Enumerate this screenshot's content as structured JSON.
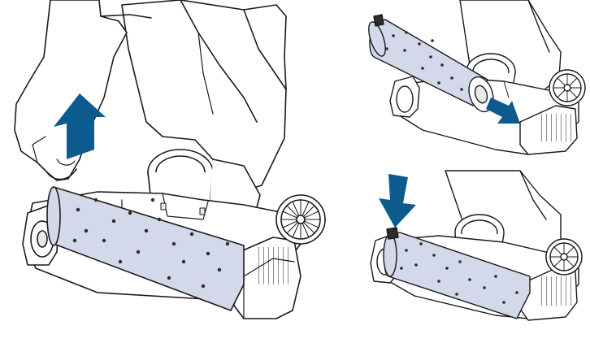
{
  "figure": {
    "panels": [
      {
        "id": "main",
        "step": "lift-roller-up",
        "arrow_direction": "up"
      },
      {
        "id": "top-right",
        "step": "slide-roller-out",
        "arrow_direction": "down-right"
      },
      {
        "id": "bottom-right",
        "step": "insert-roller-down",
        "arrow_direction": "down"
      }
    ],
    "colors": {
      "line": "#1a1a1a",
      "roller_fill": "#d3d8ea",
      "roller_dot": "#2b2b2b",
      "arrow": "#0c5a8e",
      "body_fill": "#ffffff",
      "shade": "#e9e9e9"
    },
    "icons": [
      "hand-icon",
      "roller-icon",
      "arrow-icon",
      "wheel-icon",
      "vacuum-head-icon"
    ]
  }
}
